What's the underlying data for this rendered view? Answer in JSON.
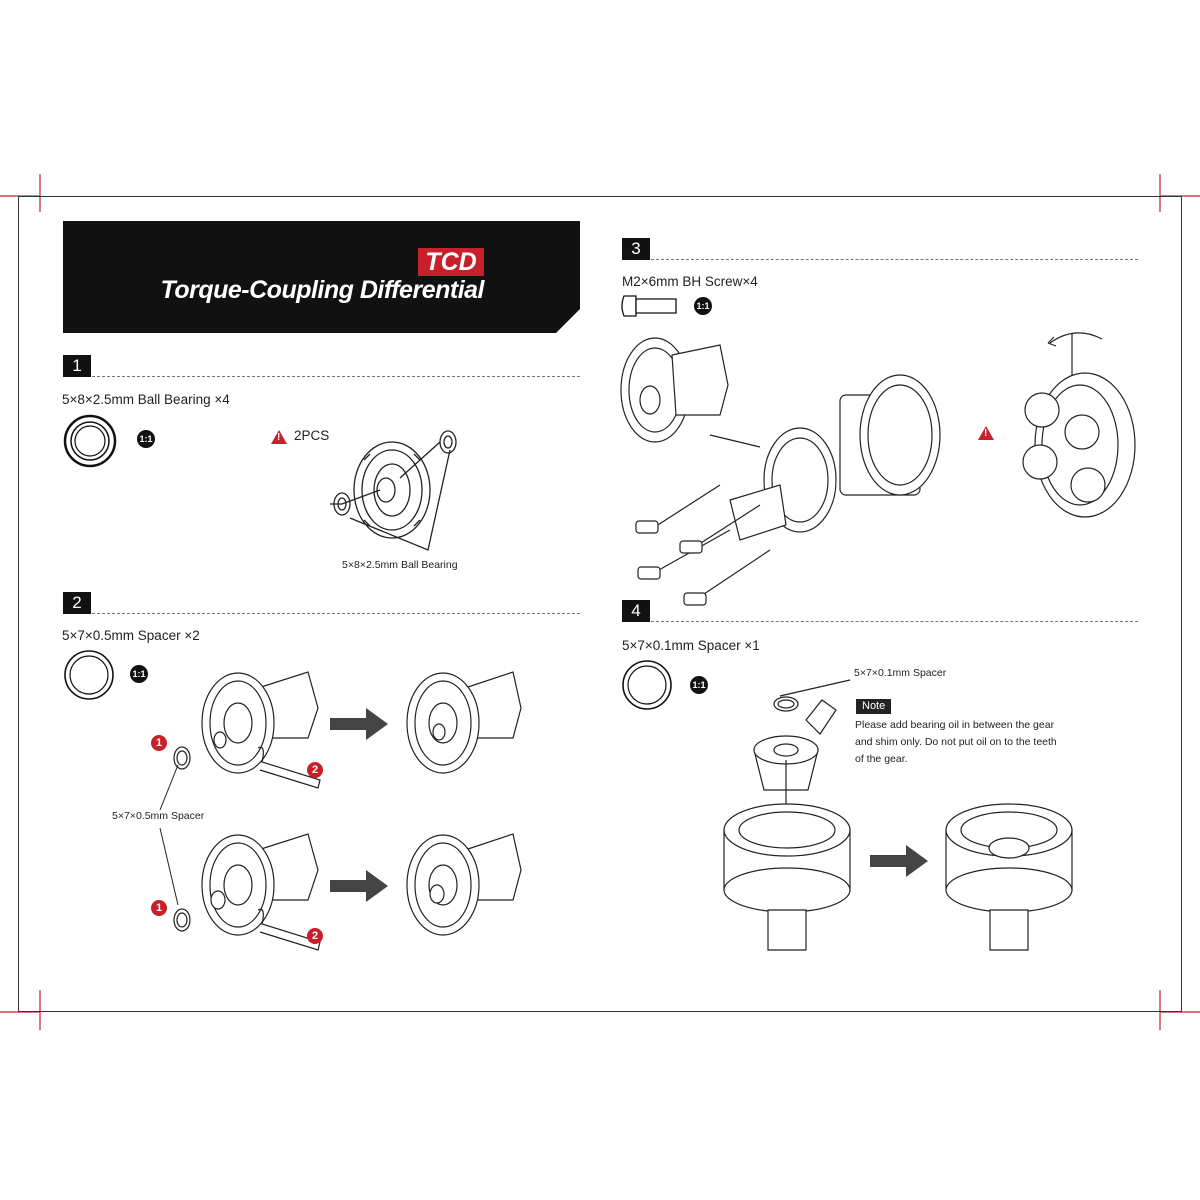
{
  "header": {
    "brand": "TCD",
    "title": "Torque-Coupling Differential"
  },
  "steps": [
    {
      "number": "1",
      "part": "5×8×2.5mm Ball Bearing ×4",
      "scale": "1:1",
      "warning": "2PCS",
      "callout": "5×8×2.5mm Ball Bearing"
    },
    {
      "number": "2",
      "part": "5×7×0.5mm Spacer ×2",
      "scale": "1:1",
      "callout": "5×7×0.5mm Spacer",
      "markers": [
        "1",
        "2",
        "1",
        "2"
      ]
    },
    {
      "number": "3",
      "part": "M2×6mm BH Screw×4",
      "scale": "1:1"
    },
    {
      "number": "4",
      "part": "5×7×0.1mm Spacer ×1",
      "scale": "1:1",
      "callout": "5×7×0.1mm Spacer",
      "note_label": "Note",
      "note_lines": [
        "Please add bearing oil in between the gear",
        "and shim only. Do not put oil on to the teeth",
        "of the gear."
      ]
    }
  ],
  "colors": {
    "accent": "#c8202a",
    "banner": "#111111",
    "line": "#333333"
  },
  "icons": [
    "warning-icon",
    "arrow-right-icon",
    "rotate-icon"
  ]
}
